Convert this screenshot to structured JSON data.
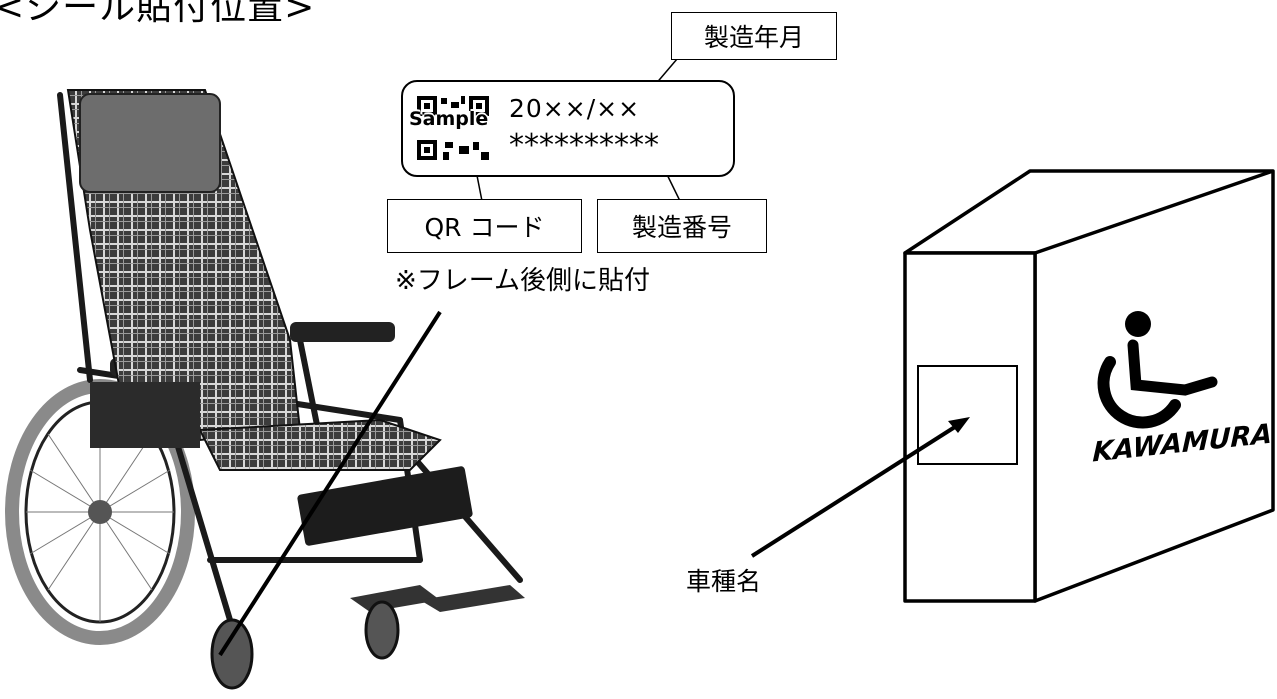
{
  "heading": "<シール貼付位置>",
  "label_plate": {
    "qr_overlay_text": "Sample",
    "date_text": "20××/××",
    "serial_text": "**********"
  },
  "callouts": {
    "manufacture_date": "製造年月",
    "qr_code": "QR コード",
    "serial_number": "製造番号"
  },
  "placement_note": "※フレーム後側に貼付",
  "box": {
    "model_name_label": "車種名",
    "brand_logo_text": "KAWAMURA"
  }
}
